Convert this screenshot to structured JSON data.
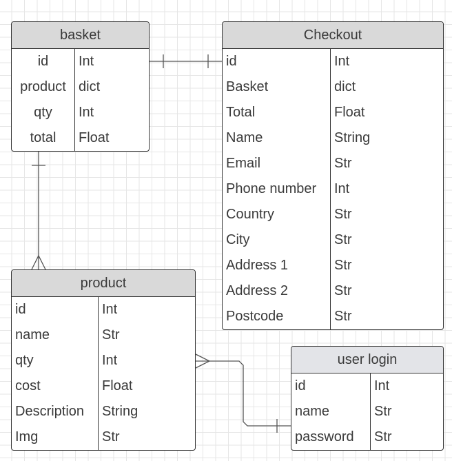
{
  "entities": {
    "basket": {
      "title": "basket",
      "rows": [
        {
          "name": "id",
          "type": "Int"
        },
        {
          "name": "product",
          "type": "dict"
        },
        {
          "name": "qty",
          "type": "Int"
        },
        {
          "name": "total",
          "type": "Float"
        }
      ]
    },
    "checkout": {
      "title": "Checkout",
      "rows": [
        {
          "name": "id",
          "type": "Int"
        },
        {
          "name": "Basket",
          "type": "dict"
        },
        {
          "name": "Total",
          "type": "Float"
        },
        {
          "name": "Name",
          "type": "String"
        },
        {
          "name": "Email",
          "type": "Str"
        },
        {
          "name": "Phone number",
          "type": "Int"
        },
        {
          "name": "Country",
          "type": "Str"
        },
        {
          "name": "City",
          "type": "Str"
        },
        {
          "name": "Address 1",
          "type": "Str"
        },
        {
          "name": "Address 2",
          "type": "Str"
        },
        {
          "name": "Postcode",
          "type": "Str"
        }
      ]
    },
    "product": {
      "title": "product",
      "rows": [
        {
          "name": "id",
          "type": "Int"
        },
        {
          "name": "name",
          "type": "Str"
        },
        {
          "name": "qty",
          "type": "Int"
        },
        {
          "name": "cost",
          "type": "Float"
        },
        {
          "name": "Description",
          "type": "String"
        },
        {
          "name": "Img",
          "type": "Str"
        }
      ]
    },
    "user_login": {
      "title": "user login",
      "rows": [
        {
          "name": "id",
          "type": "Int"
        },
        {
          "name": "name",
          "type": "Str"
        },
        {
          "name": "password",
          "type": "Str"
        }
      ]
    }
  },
  "colors": {
    "header": "#d9d9d9",
    "header_user_login": "#e3e4e8",
    "border": "#333333",
    "text": "#3a3a3a",
    "grid": "#e6e6e6"
  }
}
